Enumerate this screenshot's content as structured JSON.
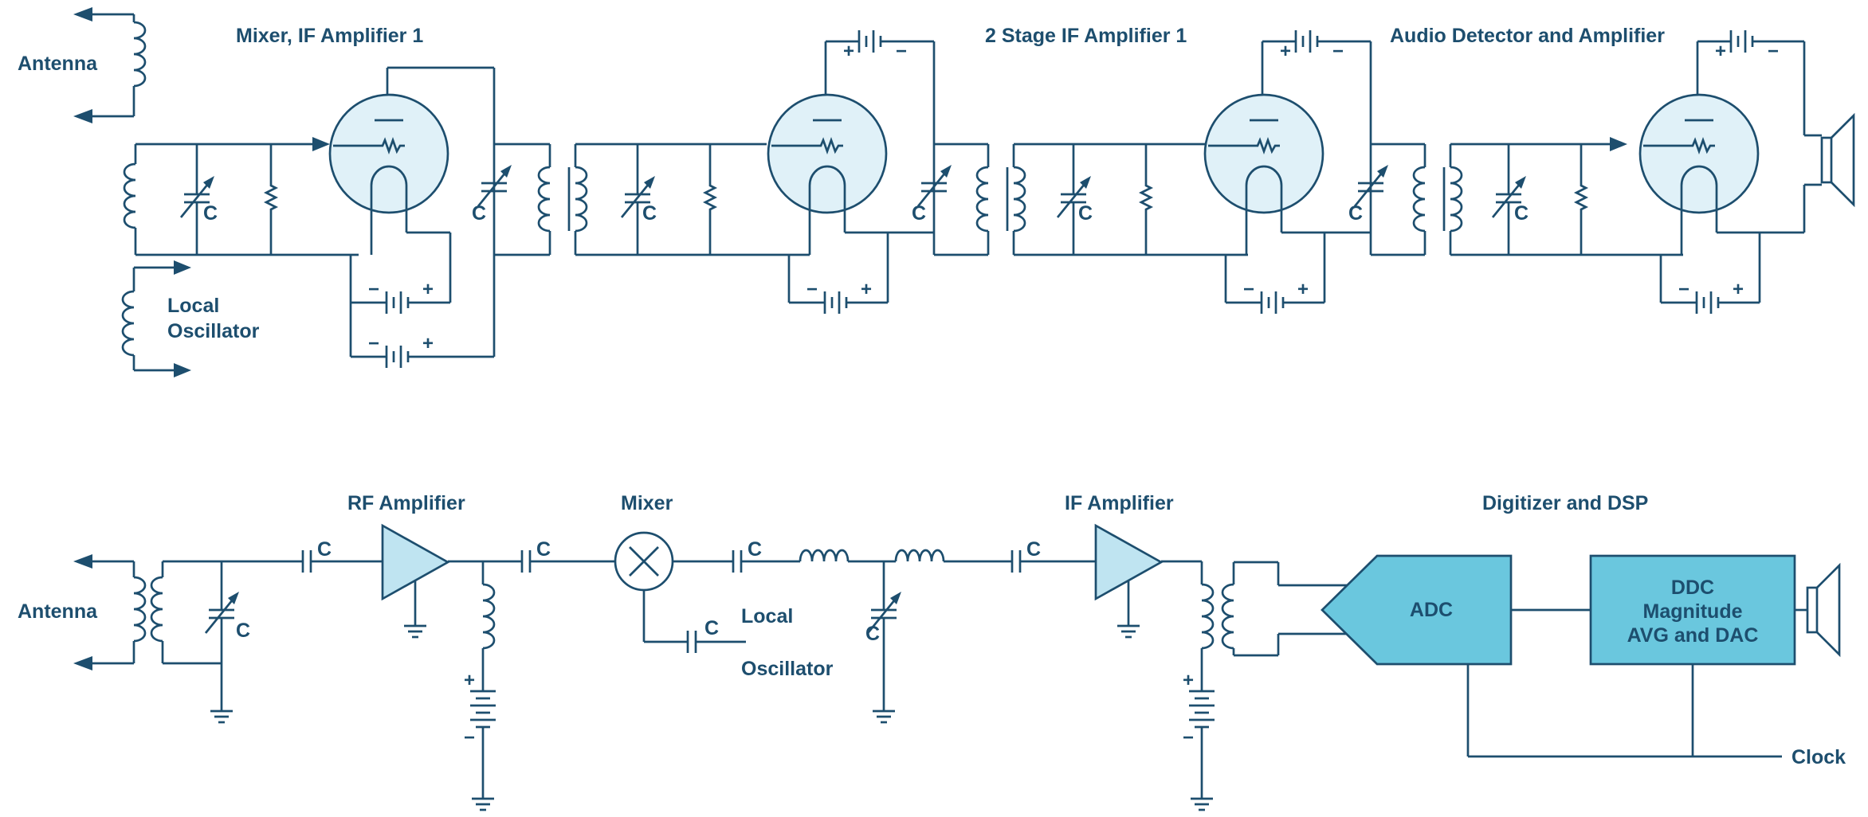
{
  "top": {
    "antenna": "Antenna",
    "mixer_stage": "Mixer, IF Amplifier 1",
    "if_stage": "2 Stage IF Amplifier 1",
    "audio_stage": "Audio Detector and Amplifier",
    "local_osc_1": "Local",
    "local_osc_2": "Oscillator",
    "cap": "C",
    "plus": "+",
    "minus": "−"
  },
  "bottom": {
    "antenna": "Antenna",
    "rf_amp": "RF Amplifier",
    "mixer": "Mixer",
    "if_amp": "IF Amplifier",
    "digitizer": "Digitizer and DSP",
    "local_osc_1": "Local",
    "local_osc_2": "Oscillator",
    "adc": "ADC",
    "ddc_1": "DDC",
    "ddc_2": "Magnitude",
    "ddc_3": "AVG and DAC",
    "clock": "Clock",
    "cap": "C",
    "plus": "+",
    "minus": "−"
  },
  "colors": {
    "line": "#1d4e6e",
    "tube_fill": "#e0f1f8",
    "amp_fill": "#bfe4f1",
    "block_fill": "#6ac7de"
  }
}
